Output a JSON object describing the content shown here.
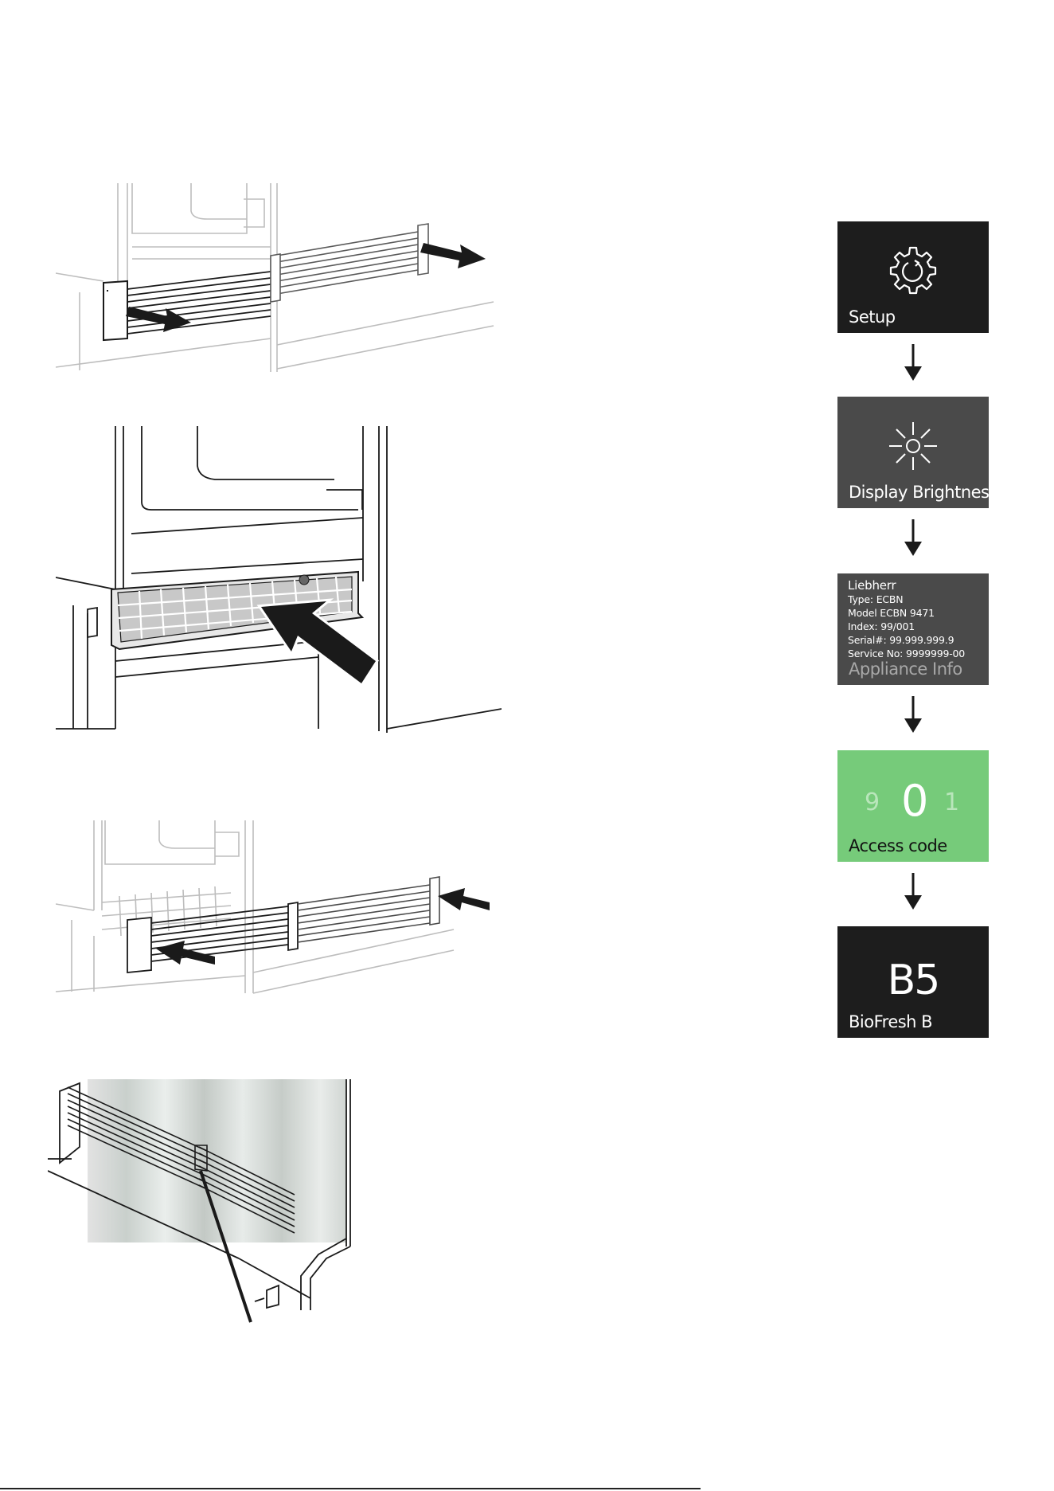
{
  "tiles": {
    "setup": {
      "label": "Setup",
      "icon": "gear-icon",
      "bg": "#1d1d1d"
    },
    "brightness": {
      "label": "Display Brightness",
      "icon": "sun-icon",
      "bg": "#4a4a4a"
    },
    "info": {
      "brand": "Liebherr",
      "type": "Type: ECBN",
      "model": "Model ECBN 9471",
      "index": "Index: 99/001",
      "serial": "Serial#: 99.999.999.9",
      "service": "Service No: 9999999-00",
      "label": "Appliance Info",
      "bg": "#4a4a4a"
    },
    "access": {
      "prev": "9",
      "current": "0",
      "next": "1",
      "label": "Access code",
      "bg": "#76cb7a"
    },
    "biofresh": {
      "code": "B5",
      "label": "BioFresh B",
      "bg": "#1d1d1d"
    }
  },
  "illustrations": [
    {
      "name": "grille-removal",
      "icon": "arrow-right-icon"
    },
    {
      "name": "filter-insertion",
      "icon": "arrow-left-icon"
    },
    {
      "name": "grille-installation",
      "icon": "arrow-left-icon"
    },
    {
      "name": "grille-detail",
      "icon": "pointer-line-icon"
    }
  ]
}
